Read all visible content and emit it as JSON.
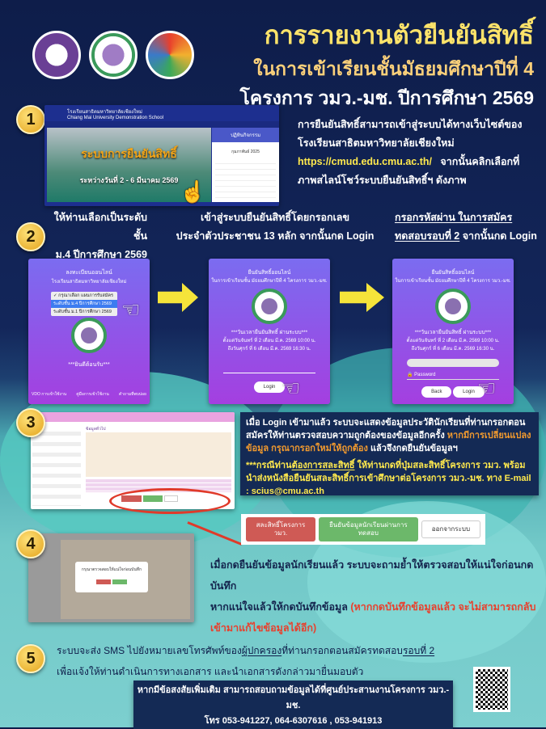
{
  "header": {
    "title1": "การรายงานตัวยืนยันสิทธิ์",
    "title2": "ในการเข้าเรียนชั้นมัธยมศึกษาปีที่ 4",
    "title3": "โครงการ วมว.-มช. ปีการศึกษา 2569"
  },
  "steps": [
    {
      "number": "1",
      "text1": "การยืนยันสิทธิ์สามารถเข้าสู่ระบบได้ทางเว็บไซต์ของ",
      "text2": "โรงเรียนสาธิตมหาวิทยาลัยเชียงใหม่",
      "url": "https://cmud.edu.cmu.ac.th/",
      "text3": "จากนั้นคลิกเลือกที่",
      "text4": "ภาพสไลน์โชว์ระบบยืนยันสิทธิ์ฯ ดังภาพ",
      "screenshot": {
        "school": "โรงเรียนสาธิตมหาวิทยาลัยเชียงใหม่",
        "school_en": "Chiang Mai University Demonstration School",
        "banner_title": "ระบบการยืนยันสิทธิ์",
        "banner_date": "ระหว่างวันที่ 2 - 6 มีนาคม 2569",
        "calendar_title": "ปฏิทินกิจกรรม",
        "calendar_month": "กุมภาพันธ์ 2025"
      }
    },
    {
      "number": "2",
      "col1_line1": "ให้ท่านเลือกเป็นระดับชั้น",
      "col1_line2": "ม.4 ปีการศึกษา 2569",
      "col2_line1": "เข้าสู่ระบบยืนยันสิทธิ์โดยกรอกเลข",
      "col2_line2": "ประจำตัวประชาชน 13 หลัก จากนั้นกด Login",
      "col3_line1": "กรอกรหัสผ่าน ในการสมัคร",
      "col3_line2_u": "ทดสอบรอบที่ 2",
      "col3_line2": " จากนั้นกด Login",
      "phone1": {
        "title": "ลงทะเบียนออนไลน์",
        "subtitle": "โรงเรียนสาธิตมหาวิทยาลัยเชียงใหม่",
        "options": [
          "✓ กรุณาเลือก แผนการรับสมัคร",
          "ระดับชั้น ม.4 ปีการศึกษา 2569",
          "ระดับชั้น ม.1 ปีการศึกษา 2569"
        ],
        "welcome": "***ยินดีต้อนรับ***",
        "links": [
          "VDO การเข้าใช้งาน",
          "คู่มือการเข้าใช้งาน",
          "คำถามที่พบบ่อย"
        ]
      },
      "phone2": {
        "title": "ยืนยันสิทธิ์ออนไลน์",
        "subtitle": "ในการเข้าเรียนชั้น มัธยมศึกษาปีที่ 4 โครงการ วมว.-มช.",
        "period": "***วันเวลายืนยันสิทธิ์ ผ่านระบบ***",
        "from": "ตั้งแต่วันจันทร์ ที่ 2 เดือน มี.ค. 2569 10:00 น.",
        "to": "ถึงวันศุกร์ ที่ 6 เดือน มี.ค. 2569 16:30 น.",
        "login": "Login"
      },
      "phone3": {
        "password_placeholder": "Password",
        "back": "Back",
        "login": "Login"
      }
    },
    {
      "number": "3",
      "p1a": "เมื่อ Login เข้ามาแล้ว ระบบจะแสดงข้อมูลประวัตินักเรียนที่ท่านกรอกตอนสมัครให้ท่านตรวจสอบความถูกต้องของข้อมูลอีกครั้ง ",
      "p1b": "หากมีการเปลี่ยนแปลงข้อมูล กรุณากรอกใหม่ให้ถูกต้อง",
      "p1c": " แล้วจึงกดยืนยันข้อมูลฯ",
      "p2a": "***กรณีท่าน",
      "p2u": "ต้องการสละสิทธิ์",
      "p2b": " ให้ท่านกดที่ปุ่มสละสิทธิ์โครงการ วมว. พร้อมนำส่งหนังสือยืนยันสละสิทธิ์การเข้าศึกษาต่อโครงการ วมว.-มช. ทาง E-mail : scius@cmu.ac.th",
      "buttons": {
        "forfeit": "สละสิทธิ์โครงการ วมว.",
        "confirm": "ยืนยันข้อมูลนักเรียนผ่านการทดสอบ",
        "logout": "ออกจากระบบ"
      },
      "form_section": "ข้อมูลทั่วไป"
    },
    {
      "number": "4",
      "line1": "เมื่อกดยืนยันข้อมูลนักเรียนแล้ว ระบบจะถามย้ำให้ตรวจสอบให้แน่ใจก่อนกดบันทึก",
      "line2": "หากแน่ใจแล้วให้กดบันทึกข้อมูล ",
      "warning": "(หากกดบันทึกข้อมูลแล้ว จะไม่สามารถกลับเข้ามาแก้ไขข้อมูลได้อีก)",
      "dialog": "กรุณาตรวจสอบให้แน่ใจก่อนบันทึก"
    },
    {
      "number": "5",
      "line1a": "ระบบจะส่ง SMS ไปยังหมายเลขโทรศัพท์ของ",
      "line1u": "ผู้ปกครอง",
      "line1b": "ที่ท่านกรอกตอนสมัครทดสอบ",
      "line1u2": "รอบที่ 2",
      "line2": "เพื่อแจ้งให้ท่านดำเนินการทางเอกสาร และนำเอกสารดังกล่าวมายื่นมอบตัว"
    }
  ],
  "contact": {
    "line1": "หากมีข้อสงสัยเพิ่มเติม สามารถสอบถามข้อมูลได้ที่ศูนย์ประสานงานโครงการ วมว.-มช.",
    "line2": "โทร 053-941227, 064-6307616 , 053-941913"
  },
  "colors": {
    "navy": "#142a55",
    "gold": "#e3a31b",
    "yellow": "#ffe94d",
    "forfeit": "#cf5a55",
    "confirm": "#6cb86a"
  }
}
